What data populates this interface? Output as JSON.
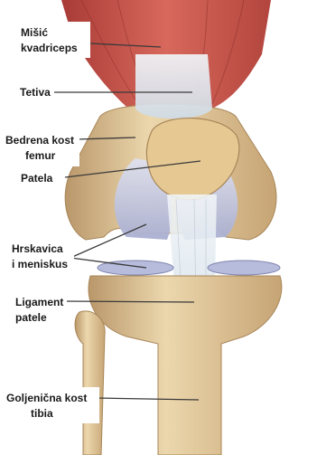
{
  "labels": {
    "quadriceps_l1": "Mišić",
    "quadriceps_l2": "kvadriceps",
    "tendon": "Tetiva",
    "femur_l1": "Bedrena kost",
    "femur_l2": "femur",
    "patella": "Patela",
    "cartilage_l1": "Hrskavica",
    "cartilage_l2": "i meniskus",
    "ligament_l1": "Ligament",
    "ligament_l2": "patele",
    "tibia_l1": "Goljenična kost",
    "tibia_l2": "tibia"
  },
  "colors": {
    "muscle": "#c8524a",
    "muscle_light": "#e07b6e",
    "bone": "#d9b98a",
    "bone_light": "#ecd7ad",
    "bone_dark": "#a88658",
    "cartilage": "#c9cde3",
    "tendon": "#dfe8f0",
    "label_bg": "#ffffff",
    "label_text": "#1a1a1a",
    "leader": "#3a3a3a"
  }
}
